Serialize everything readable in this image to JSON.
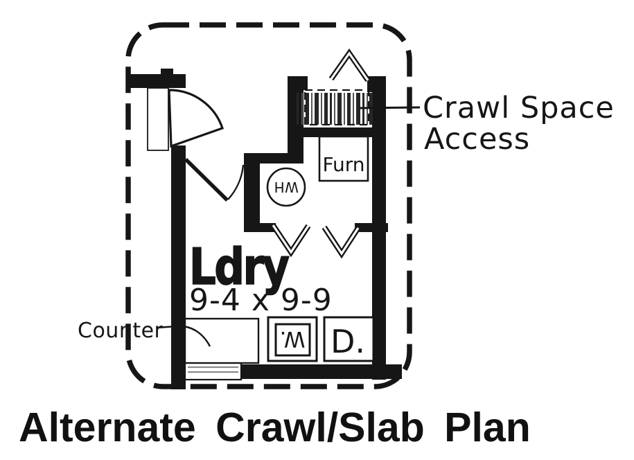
{
  "title": "Alternate Crawl/Slab Plan",
  "plan": {
    "room_label": "Ldry",
    "room_dimensions": "9-4 x 9-9",
    "counter_label": "Counter",
    "crawl_label_line1": "Crawl Space",
    "crawl_label_line2": "Access",
    "furnace_label": "Furn",
    "water_heater_label": "WH",
    "washer_label": "W.",
    "dryer_label": "D."
  },
  "colors": {
    "ink": "#161616",
    "paper": "#ffffff",
    "window_glass_line": "#8a8a8a"
  }
}
